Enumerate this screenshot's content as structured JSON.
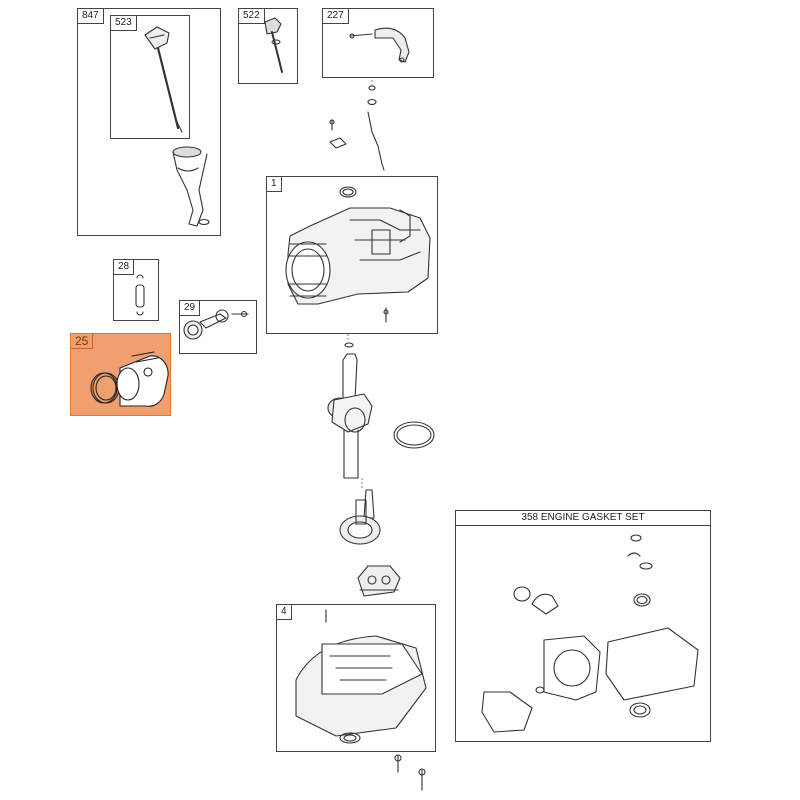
{
  "labels": {
    "p847": "847",
    "p523": "523",
    "p522": "522",
    "p227": "227",
    "p1": "1",
    "p28": "28",
    "p29": "29",
    "p25": "25",
    "p4": "4",
    "gasket_set": "358 ENGINE GASKET SET"
  },
  "colors": {
    "highlight_fill": "#f0a070",
    "highlight_border": "#e07a2e",
    "line": "#333333",
    "box_border": "#444444"
  }
}
